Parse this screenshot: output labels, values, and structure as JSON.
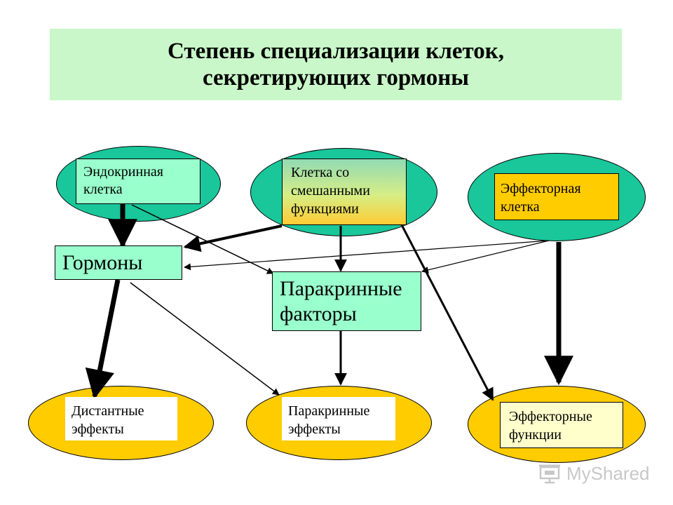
{
  "title": {
    "line1": "Степень специализации клеток,",
    "line2": "секретирующих гормоны"
  },
  "nodes": {
    "endocrine_cell": {
      "line1": "Эндокринная",
      "line2": "клетка"
    },
    "mixed_cell": {
      "line1": "Клетка со",
      "line2": "смешанными",
      "line3": "функциями"
    },
    "effector_cell": {
      "line1": "Эффекторная",
      "line2": "клетка"
    },
    "hormones": {
      "label": "Гормоны"
    },
    "paracrine_factors": {
      "line1": "Паракринные",
      "line2": "факторы"
    },
    "distant_effects": {
      "line1": "Дистантные",
      "line2": "эффекты"
    },
    "paracrine_effects": {
      "line1": "Паракринные",
      "line2": "эффекты"
    },
    "effector_functions": {
      "line1": "Эффекторные",
      "line2": "функции"
    }
  },
  "watermark": {
    "text": "MyShared"
  },
  "colors": {
    "title_bg": "#c9f7c9",
    "top_ellipse": "#19c79a",
    "bottom_ellipse": "#ffcc00",
    "box_mint": "#99ffcc",
    "box_orange": "#ffcc00",
    "box_lightyellow": "#ffffcc"
  }
}
